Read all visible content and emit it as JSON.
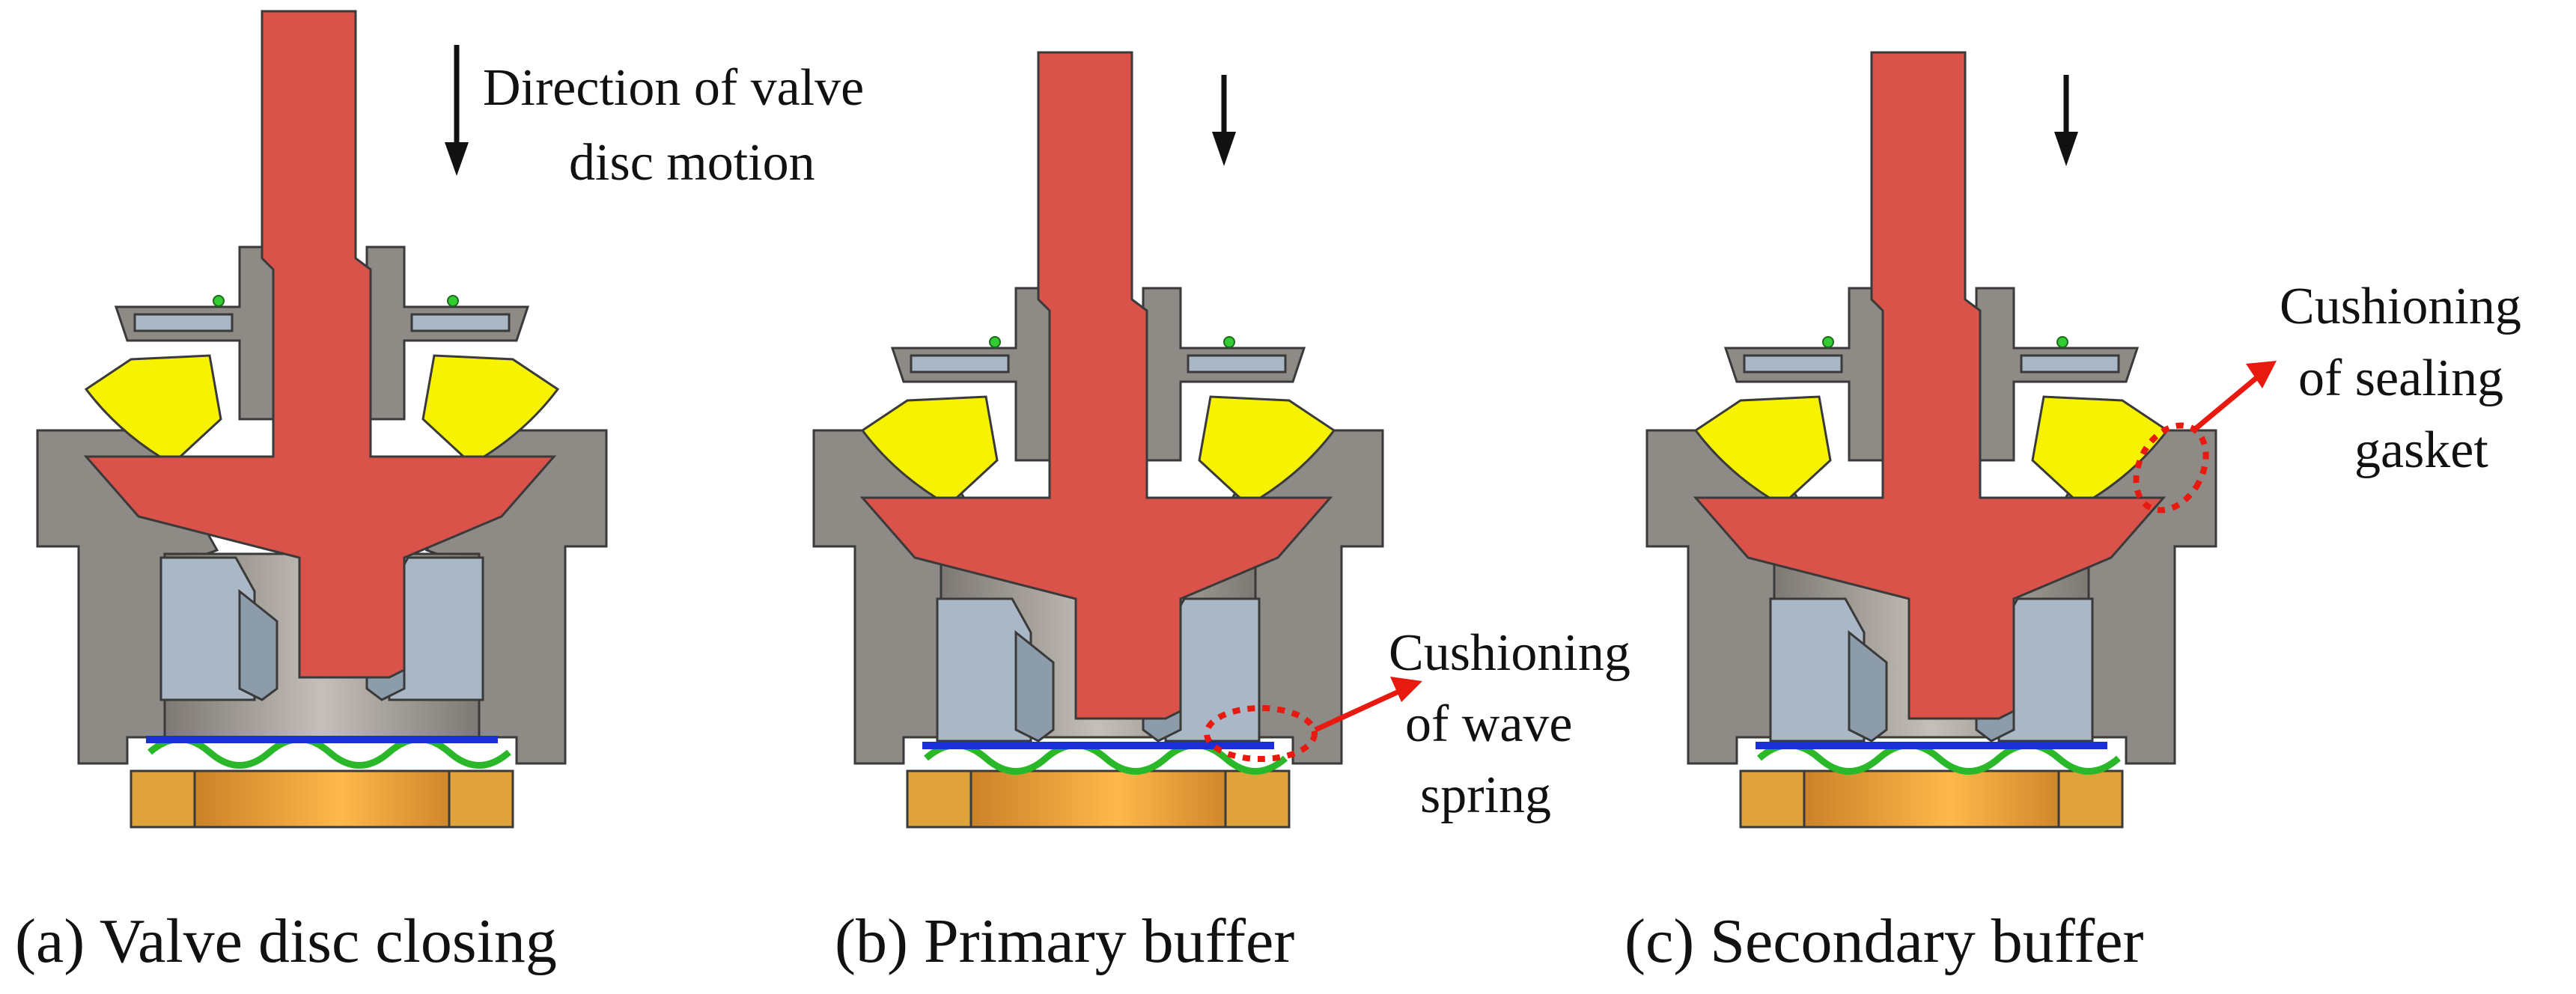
{
  "colors": {
    "disc": "#d9534a",
    "gasket": "#f7f200",
    "body": "#8e8a85",
    "guide": "#a9b7c6",
    "plate": "#1b2fd6",
    "spring": "#2ab82a",
    "seat": "#e0a23a",
    "arrow_red": "#e8190f",
    "highlight_red": "#e8190f",
    "oring": "#33cc33"
  },
  "icons": [
    "motion-arrow-icon",
    "pointer-arrow-icon",
    "highlight-ellipse-icon"
  ],
  "panels": [
    {
      "caption": "(a) Valve disc closing",
      "annotation": [
        "Direction of valve",
        "disc motion"
      ],
      "disc_offset": 0,
      "highlight": "none"
    },
    {
      "caption": "(b) Primary buffer",
      "annotation": [
        "Cushioning",
        "of wave",
        "spring"
      ],
      "disc_offset": 1,
      "highlight": "wave-spring"
    },
    {
      "caption": "(c) Secondary buffer",
      "annotation": [
        "Cushioning",
        "of sealing",
        "gasket"
      ],
      "disc_offset": 1,
      "highlight": "sealing-gasket"
    }
  ]
}
